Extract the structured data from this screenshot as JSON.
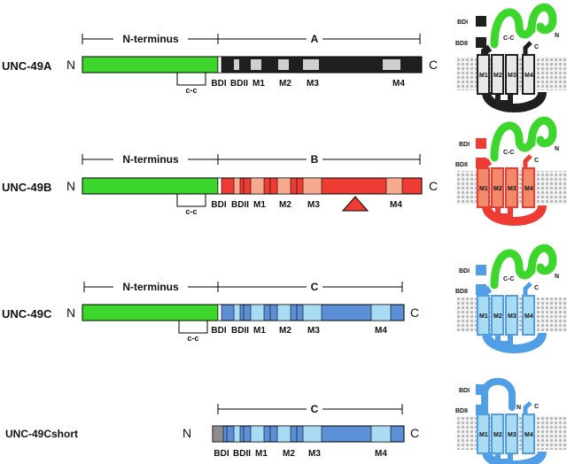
{
  "colors": {
    "green": "#3cd62c",
    "black_region": "#1f1f1f",
    "black_light": "#cfcfcf",
    "red_region": "#ee3b33",
    "red_light": "#f6a98e",
    "blue_region": "#5b8fd6",
    "blue_light": "#a9dcf3",
    "gray_bdi": "#8c8c8c",
    "membrane": "#bdbdbd",
    "loop_blue": "#4f9ee6"
  },
  "rows": [
    {
      "name": "UNC-49A",
      "n_label": "N",
      "c_label": "C",
      "nterm_bracket_label": "N-terminus",
      "region_label": "A",
      "cc_label": "c-c",
      "domains": [
        "BDI",
        "BDII",
        "M1",
        "M2",
        "M3",
        "M4"
      ],
      "topology_labels": [
        "BDI",
        "BDII",
        "C-C",
        "N",
        "C",
        "M1",
        "M2",
        "M3",
        "M4"
      ]
    },
    {
      "name": "UNC-49B",
      "n_label": "N",
      "c_label": "C",
      "nterm_bracket_label": "N-terminus",
      "region_label": "B",
      "cc_label": "c-c",
      "domains": [
        "BDI",
        "BDII",
        "M1",
        "M2",
        "M3",
        "M4"
      ],
      "topology_labels": [
        "BDI",
        "BDII",
        "C-C",
        "N",
        "C",
        "M1",
        "M2",
        "M3",
        "M4"
      ]
    },
    {
      "name": "UNC-49C",
      "n_label": "N",
      "c_label": "C",
      "nterm_bracket_label": "N-terminus",
      "region_label": "C",
      "cc_label": "c-c",
      "domains": [
        "BDI",
        "BDII",
        "M1",
        "M2",
        "M3",
        "M4"
      ],
      "topology_labels": [
        "BDI",
        "BDII",
        "C-C",
        "N",
        "C",
        "M1",
        "M2",
        "M3",
        "M4"
      ]
    },
    {
      "name": "UNC-49Cshort",
      "n_label": "N",
      "c_label": "C",
      "region_label": "C",
      "domains": [
        "BDI",
        "BDII",
        "M1",
        "M2",
        "M3",
        "M4"
      ],
      "topology_labels": [
        "BDI",
        "BDII",
        "N",
        "C",
        "M1",
        "M2",
        "M3",
        "M4"
      ]
    }
  ]
}
